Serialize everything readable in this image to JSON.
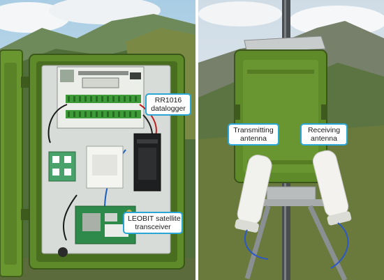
{
  "labels": {
    "datalogger": [
      "RR1016",
      "datalogger"
    ],
    "satellite": [
      "LEOBIT satellite",
      "transceiver"
    ],
    "tx": [
      "Transmitting",
      "antenna"
    ],
    "rx": [
      "Receiving",
      "antenna"
    ]
  },
  "colors": {
    "sky": "#cfe3ef",
    "enclosure_green": "#5f8a2a",
    "callout_border": "#2aa6d6"
  }
}
